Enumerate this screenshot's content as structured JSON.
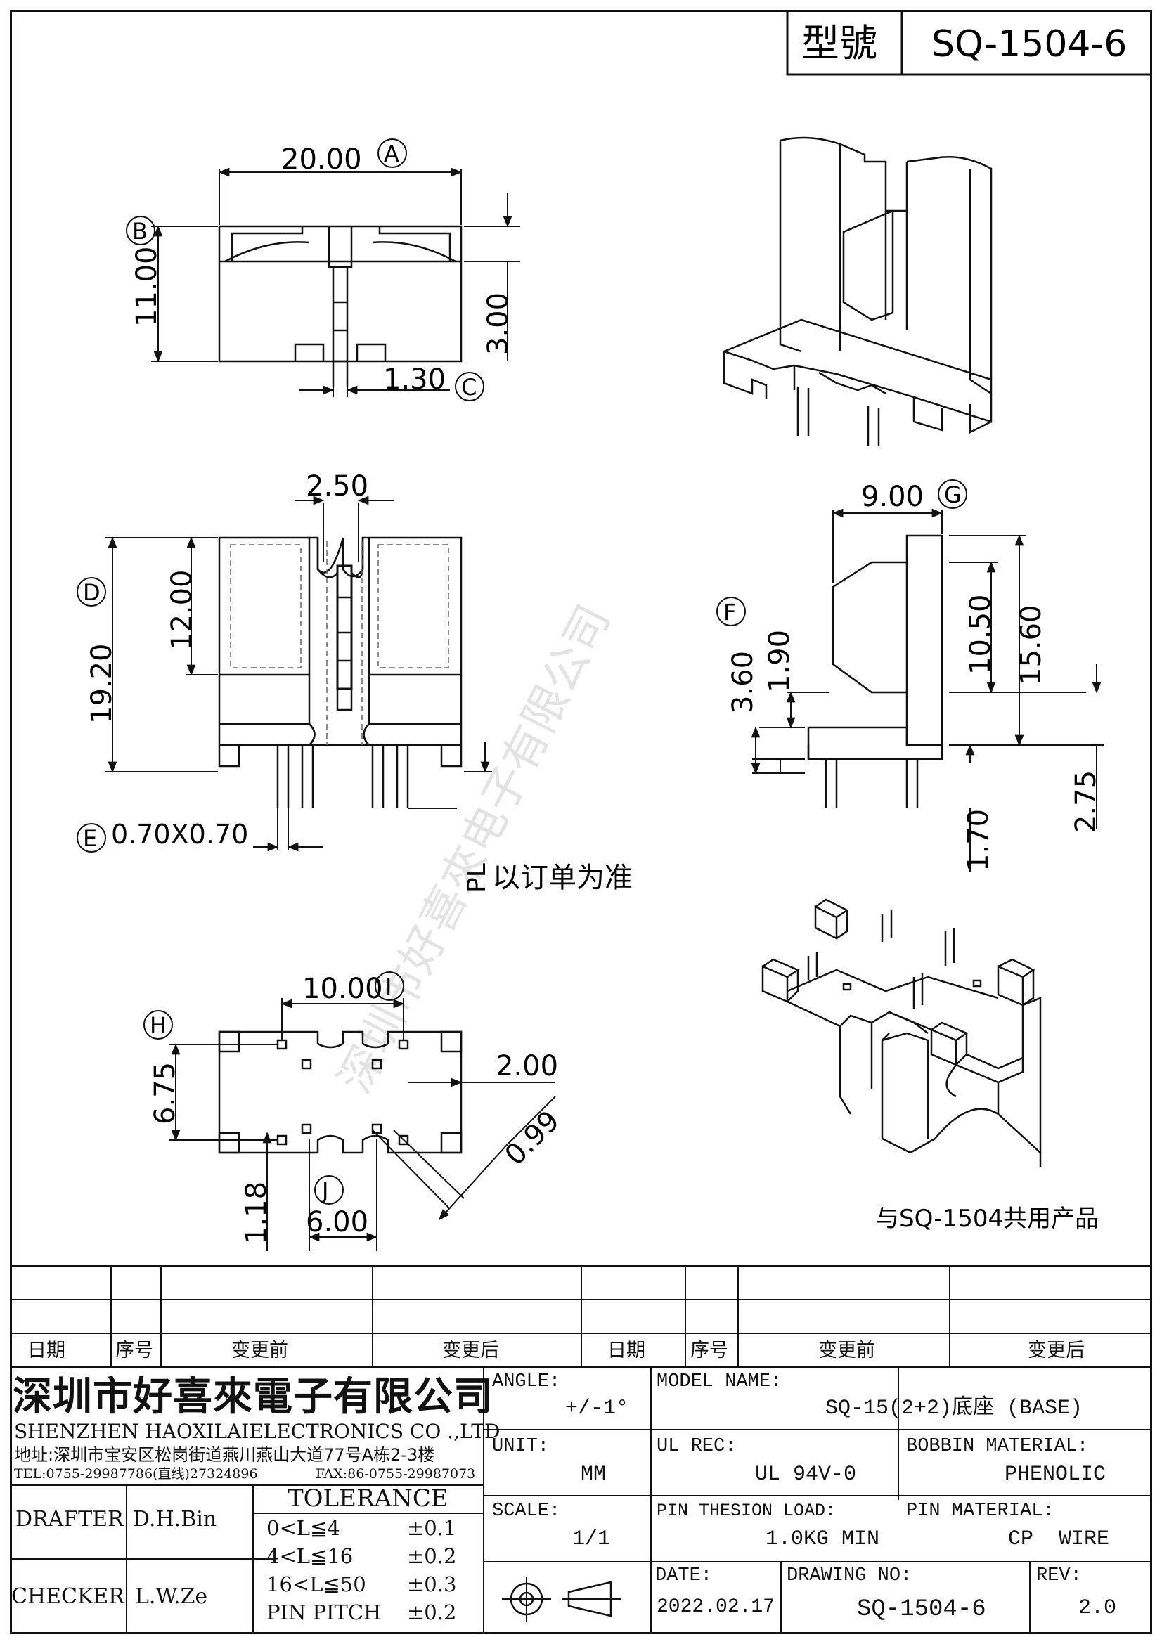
{
  "header": {
    "type_label": "型號",
    "part_no": "SQ-1504-6"
  },
  "dimensions": {
    "d20": "20.00",
    "d11": "11.00",
    "d3": "3.00",
    "d130": "1.30",
    "d250": "2.50",
    "d12": "12.00",
    "d1920": "19.20",
    "d070": "0.70X0.70",
    "d9": "9.00",
    "d1050": "10.50",
    "d1560": "15.60",
    "d360": "3.60",
    "d190": "1.90",
    "d275": "2.75",
    "d170": "1.70",
    "d10": "10.00",
    "d675": "6.75",
    "d2": "2.00",
    "d099": "0.99",
    "d118": "1.18",
    "d6": "6.00"
  },
  "markers": {
    "A": "A",
    "B": "B",
    "C": "C",
    "D": "D",
    "E": "E",
    "F": "F",
    "G": "G",
    "H": "H",
    "I": "I",
    "J": "J"
  },
  "notes": {
    "pl": "PL",
    "pl_note": "以订单为准",
    "shared": "与SQ-1504共用产品",
    "watermark": "深圳市好喜來电子有限公司"
  },
  "revision_table": {
    "headers": [
      "日期",
      "序号",
      "变更前",
      "变更后",
      "日期",
      "序号",
      "变更前",
      "变更后"
    ]
  },
  "title_block": {
    "company_cn": "深圳市好喜來電子有限公司",
    "company_en": "SHENZHEN HAOXILAIELECTRONICS CO .,LTD",
    "address": "地址:深圳市宝安区松岗街道燕川燕山大道77号A栋2-3楼",
    "tel": "TEL:0755-29987786(直线)27324896",
    "fax": "FAX:86-0755-29987073",
    "angle_label": "ANGLE:",
    "angle_value": "+/-1°",
    "unit_label": "UNIT:",
    "unit_value": "MM",
    "scale_label": "SCALE:",
    "scale_value": "1/1",
    "model_label": "MODEL NAME:",
    "model_value": "SQ-15(2+2)底座 (BASE)",
    "ul_label": "UL REC:",
    "ul_value": "UL 94V-0",
    "bobbin_label": "BOBBIN MATERIAL:",
    "bobbin_value": "PHENOLIC",
    "pin_load_label": "PIN THESION LOAD:",
    "pin_load_value": "1.0KG MIN",
    "pin_mat_label": "PIN MATERIAL:",
    "pin_mat_value": "CP  WIRE",
    "drafter_label": "DRAFTER",
    "drafter_value": "D.H.Bin",
    "checker_label": "CHECKER",
    "checker_value": "L.W.Ze",
    "tolerance_title": "TOLERANCE",
    "tolerances": [
      {
        "range": "0<L≦4",
        "value": "±0.1"
      },
      {
        "range": "4<L≦16",
        "value": "±0.2"
      },
      {
        "range": "16<L≦50",
        "value": "±0.3"
      },
      {
        "range": "PIN PITCH",
        "value": "±0.2"
      }
    ],
    "date_label": "DATE:",
    "date_value": "2022.02.17",
    "drawing_label": "DRAWING NO:",
    "drawing_value": "SQ-1504-6",
    "rev_label": "REV:",
    "rev_value": "2.0"
  }
}
